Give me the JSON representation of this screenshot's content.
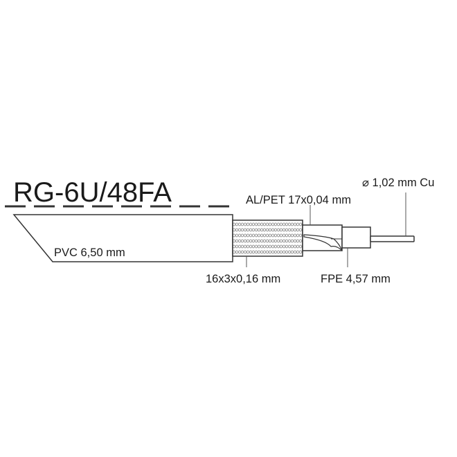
{
  "diagram": {
    "title": "RG-6U/48FA",
    "type": "coaxial cable cross-section / stripped layers",
    "layers": [
      {
        "id": "jacket",
        "label": "PVC 6,50 mm",
        "material": "PVC",
        "dimension": "6,50 mm"
      },
      {
        "id": "braid",
        "label": "16x3x0,16 mm",
        "dimension": "16x3x0,16 mm"
      },
      {
        "id": "foil",
        "label": "AL/PET 17x0,04 mm",
        "material": "AL/PET",
        "dimension": "17x0,04 mm"
      },
      {
        "id": "dielectric",
        "label": "FPE 4,57 mm",
        "material": "FPE",
        "dimension": "4,57 mm"
      },
      {
        "id": "conductor",
        "label": "⌀ 1,02 mm Cu",
        "material": "Cu",
        "dimension": "1,02 mm"
      }
    ],
    "colors": {
      "line": "#333333",
      "text": "#1a1a1a",
      "fill": "#ffffff",
      "braid_pattern": "#9a9a9a",
      "background": "#ffffff"
    }
  }
}
